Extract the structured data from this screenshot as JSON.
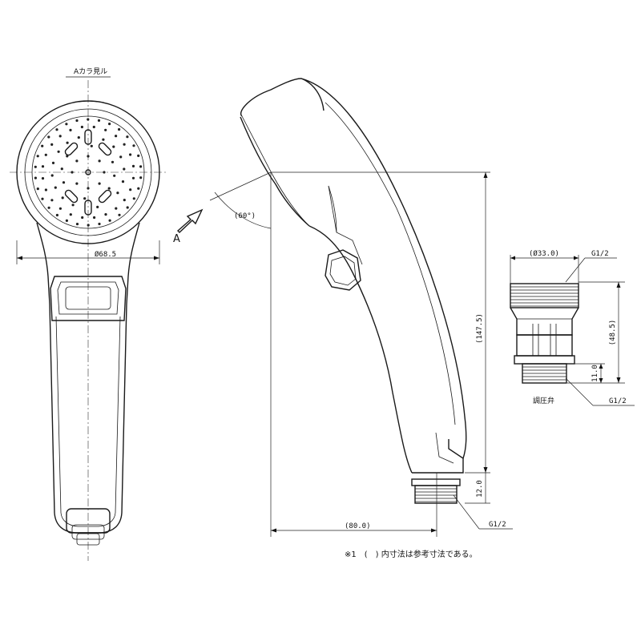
{
  "drawing": {
    "view_label": "Aカラ見ル",
    "view_arrow_letter": "A",
    "dims": {
      "head_diameter": "Ø68.5",
      "angle": "(60°)",
      "height": "(147.5)",
      "width": "(80.0)",
      "connector_height": "12.0",
      "thread_bottom": "G1/2",
      "adapter_diameter": "(Ø33.0)",
      "adapter_thread_top": "G1/2",
      "adapter_height": "(48.5)",
      "adapter_thread_len": "11.0",
      "adapter_thread_bottom": "G1/2",
      "valve_label": "調圧弁"
    },
    "note": "※1　(　) 内寸法は参考寸法である。"
  }
}
